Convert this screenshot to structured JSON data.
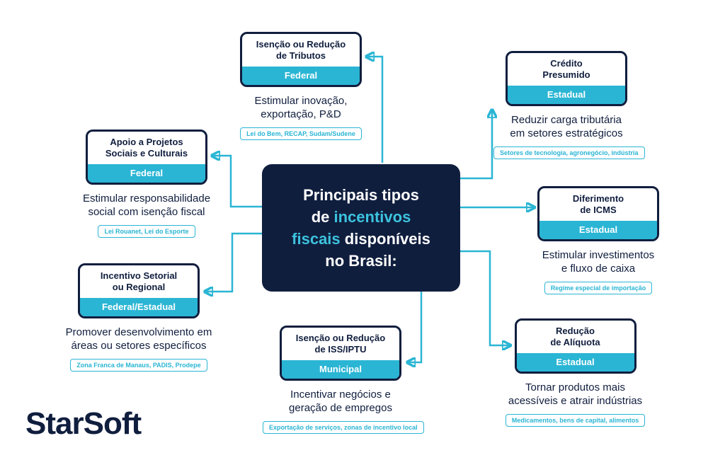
{
  "colors": {
    "navy": "#101e3e",
    "cyan": "#2ab5d4",
    "cyan_bright": "#3cc3de",
    "background": "#ffffff"
  },
  "brand": {
    "logo": "StarSoft"
  },
  "center": {
    "line1": "Principais tipos",
    "line2_white": "de",
    "line2_cyan": "incentivos",
    "line3_cyan": "fiscais",
    "line3_white": "disponíveis",
    "line4": "no Brasil:"
  },
  "nodes": [
    {
      "id": "isencao-reducao-tributos",
      "title": "Isenção ou Redução\nde Tributos",
      "level": "Federal",
      "description": "Estimular inovação,\nexportação, P&D",
      "examples": "Lei do Bem, RECAP, Sudam/Sudene"
    },
    {
      "id": "credito-presumido",
      "title": "Crédito\nPresumido",
      "level": "Estadual",
      "description": "Reduzir carga tributária\nem setores estratégicos",
      "examples": "Setores de tecnologia, agronegócio, indústria"
    },
    {
      "id": "apoio-projetos-sociais-culturais",
      "title": "Apoio a Projetos\nSociais e Culturais",
      "level": "Federal",
      "description": "Estimular responsabilidade\nsocial com isenção fiscal",
      "examples": "Lei Rouanet, Lei do Esporte"
    },
    {
      "id": "diferimento-icms",
      "title": "Diferimento\nde ICMS",
      "level": "Estadual",
      "description": "Estimular investimentos\ne fluxo de caixa",
      "examples": "Regime especial de importação"
    },
    {
      "id": "incentivo-setorial-regional",
      "title": "Incentivo Setorial\nou Regional",
      "level": "Federal/Estadual",
      "description": "Promover desenvolvimento em\náreas ou setores específicos",
      "examples": "Zona Franca de Manaus, PADIS, Prodepe"
    },
    {
      "id": "isencao-reducao-iss-iptu",
      "title": "Isenção ou Redução\nde ISS/IPTU",
      "level": "Municipal",
      "description": "Incentivar negócios e\ngeração de empregos",
      "examples": "Exportação de serviços, zonas de incentivo local"
    },
    {
      "id": "reducao-aliquota",
      "title": "Redução\nde Alíquota",
      "level": "Estadual",
      "description": "Tornar produtos mais\nacessíveis e atrair indústrias",
      "examples": "Medicamentos, bens de capital, alimentos"
    }
  ]
}
